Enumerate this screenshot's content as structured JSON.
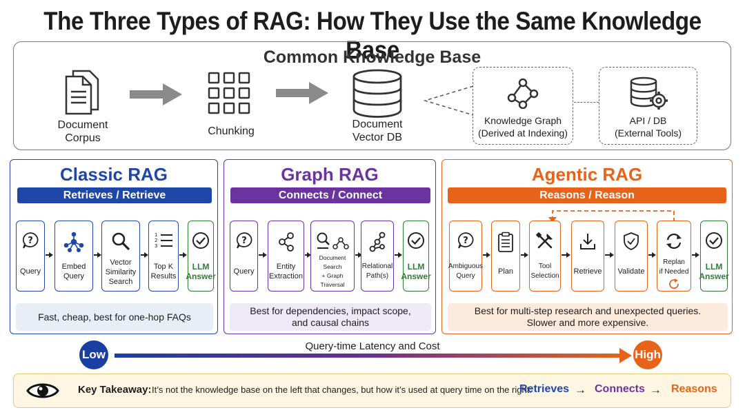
{
  "title": "The Three Types of RAG: How They Use the Same Knowledge Base",
  "knowledge_base": {
    "title": "Common Knowledge Base",
    "document_corpus": "Document\nCorpus",
    "chunking": "Chunking",
    "vector_db": "Document\nVector DB",
    "knowledge_graph": "Knowledge Graph\n(Derived at Indexing)",
    "api_db": "API / DB\n(External Tools)"
  },
  "panels": {
    "classic": {
      "title": "Classic RAG",
      "banner": "Retrieves / Retrieve",
      "color": "#1f47a8",
      "steps": [
        "Query",
        "Embed\nQuery",
        "Vector\nSimilarity\nSearch",
        "Top K\nResults",
        "LLM\nAnswer"
      ],
      "note": "Fast, cheap, best for one-hop FAQs"
    },
    "graph": {
      "title": "Graph RAG",
      "banner": "Connects / Connect",
      "color": "#6b33a0",
      "steps": [
        "Query",
        "Entity\nExtraction",
        "Document Search\n+ Graph Traversal",
        "Relational\nPath(s)",
        "LLM\nAnswer"
      ],
      "note": "Best for dependencies, impact scope,\nand causal chains"
    },
    "agentic": {
      "title": "Agentic RAG",
      "banner": "Reasons / Reason",
      "color": "#e8631a",
      "steps": [
        "Ambiguous\nQuery",
        "Plan",
        "Tool\nSelection",
        "Retrieve",
        "Validate",
        "Replan\nif Needed",
        "LLM\nAnswer"
      ],
      "note": "Best for multi-step research and unexpected queries.\nSlower and more expensive."
    }
  },
  "latency": {
    "label": "Query-time Latency and Cost",
    "low": "Low",
    "high": "High"
  },
  "takeaway": {
    "label": "Key Takeaway:",
    "text": "It’s not the knowledge base on the left that changes, but how it’s used at query time on the right:",
    "words": [
      "Retrieves",
      "Connects",
      "Reasons"
    ],
    "arrow": "→"
  },
  "colors": {
    "llm_green": "#2e7d32",
    "classic_note_bg": "#e8edf6",
    "graph_note_bg": "#efe8f6",
    "agentic_note_bg": "#fcebdd"
  }
}
